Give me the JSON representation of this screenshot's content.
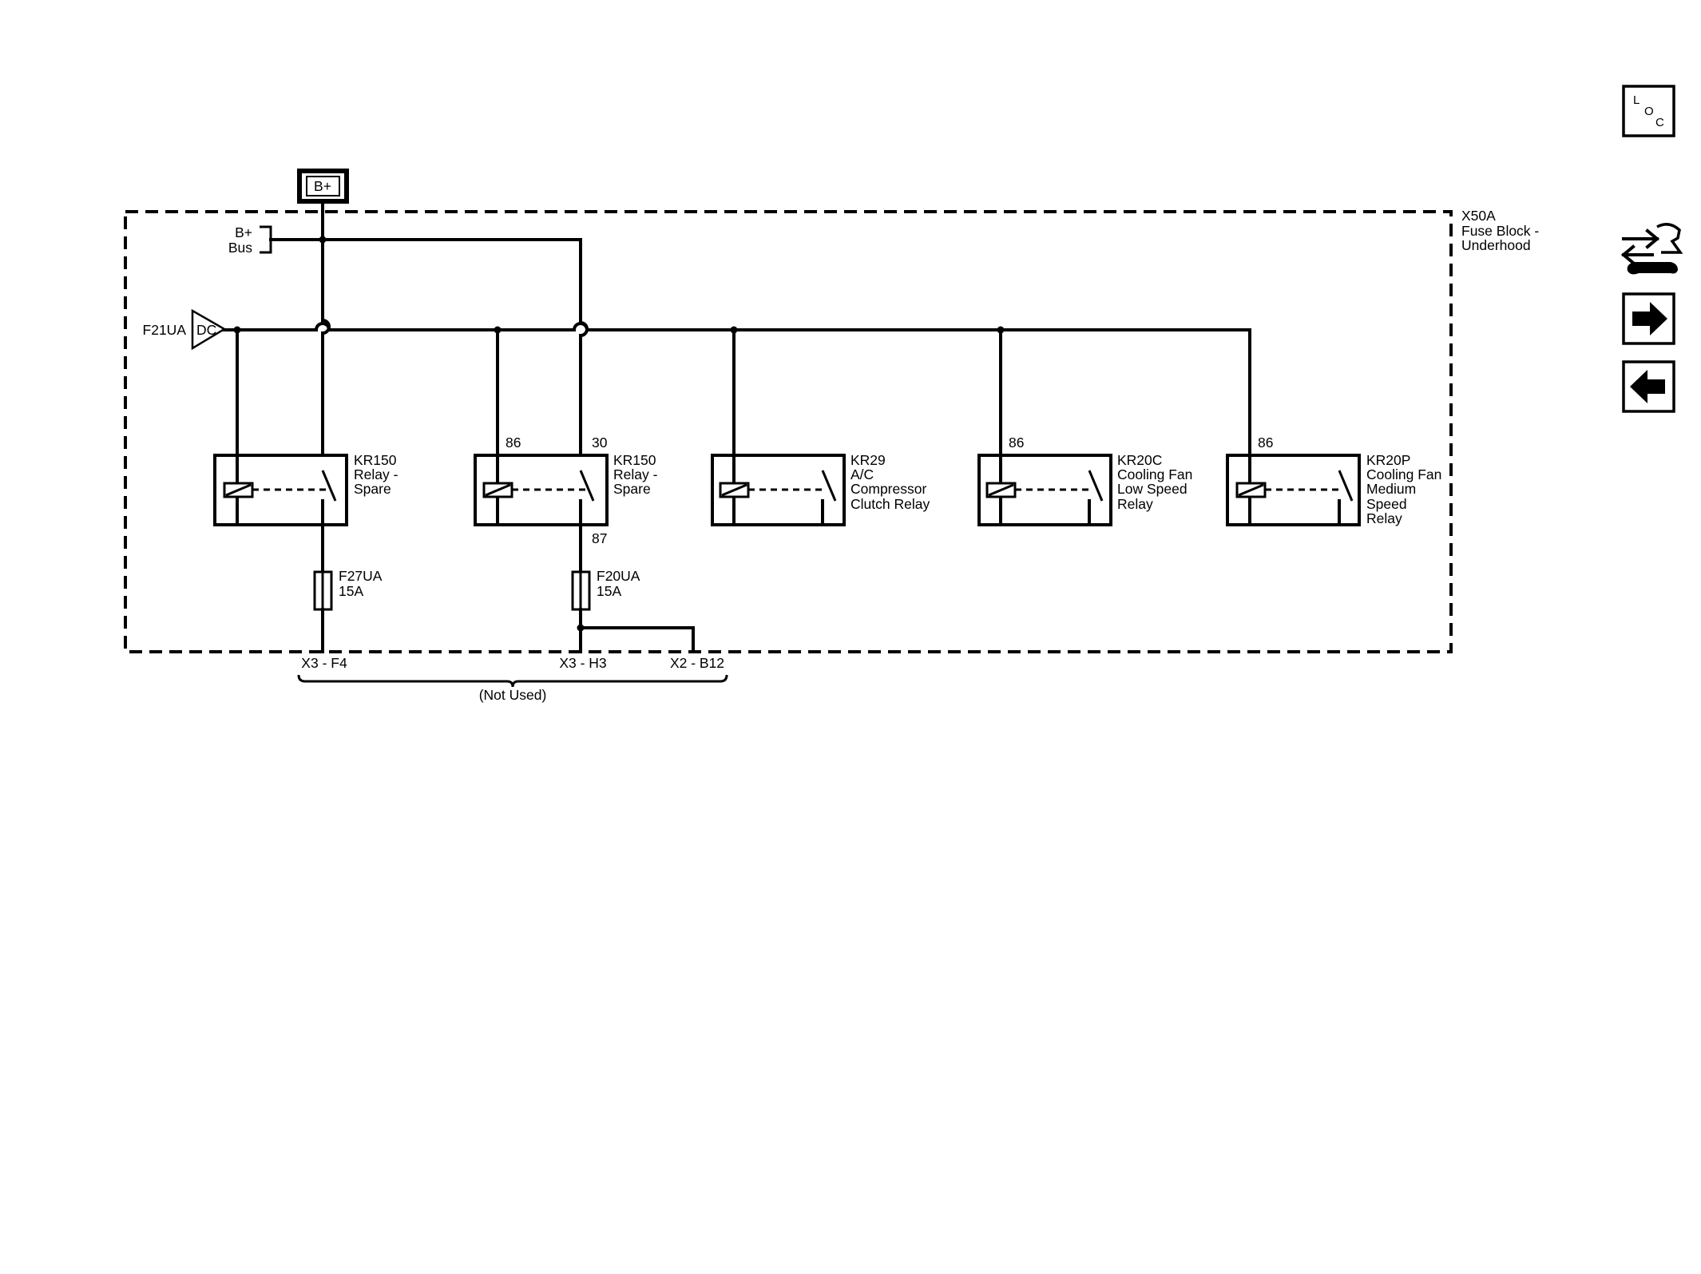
{
  "power_source": {
    "label": "B+"
  },
  "bus": {
    "line1": "B+",
    "line2": "Bus"
  },
  "dc_source": {
    "fuse": "F21UA",
    "label": "DC"
  },
  "fuse_block": {
    "name": "X50A",
    "line2": "Fuse Block -",
    "line3": "Underhood"
  },
  "relays": [
    {
      "id": "KR150",
      "lines": [
        "KR150",
        "Relay -",
        "Spare"
      ]
    },
    {
      "id": "KR150",
      "lines": [
        "KR150",
        "Relay -",
        "Spare"
      ],
      "pin_coil": "86",
      "pin_switch": "30",
      "pin_out": "87"
    },
    {
      "id": "KR29",
      "lines": [
        "KR29",
        "A/C",
        "Compressor",
        "Clutch Relay"
      ]
    },
    {
      "id": "KR20C",
      "lines": [
        "KR20C",
        "Cooling Fan",
        "Low Speed",
        "Relay"
      ],
      "pin_coil": "86"
    },
    {
      "id": "KR20P",
      "lines": [
        "KR20P",
        "Cooling Fan",
        "Medium",
        "Speed",
        "Relay"
      ],
      "pin_coil": "86"
    }
  ],
  "fuses": [
    {
      "name": "F27UA",
      "rating": "15A"
    },
    {
      "name": "F20UA",
      "rating": "15A"
    }
  ],
  "connectors": [
    "X3 - F4",
    "X3 - H3",
    "X2 - B12"
  ],
  "not_used": "(Not Used)",
  "nav": {
    "loc": {
      "l": "L",
      "o": "O",
      "c": "C",
      "icon": "loc-icon"
    },
    "connector_icon": "connector-tool-icon",
    "next_icon": "arrow-right-icon",
    "prev_icon": "arrow-left-icon"
  }
}
